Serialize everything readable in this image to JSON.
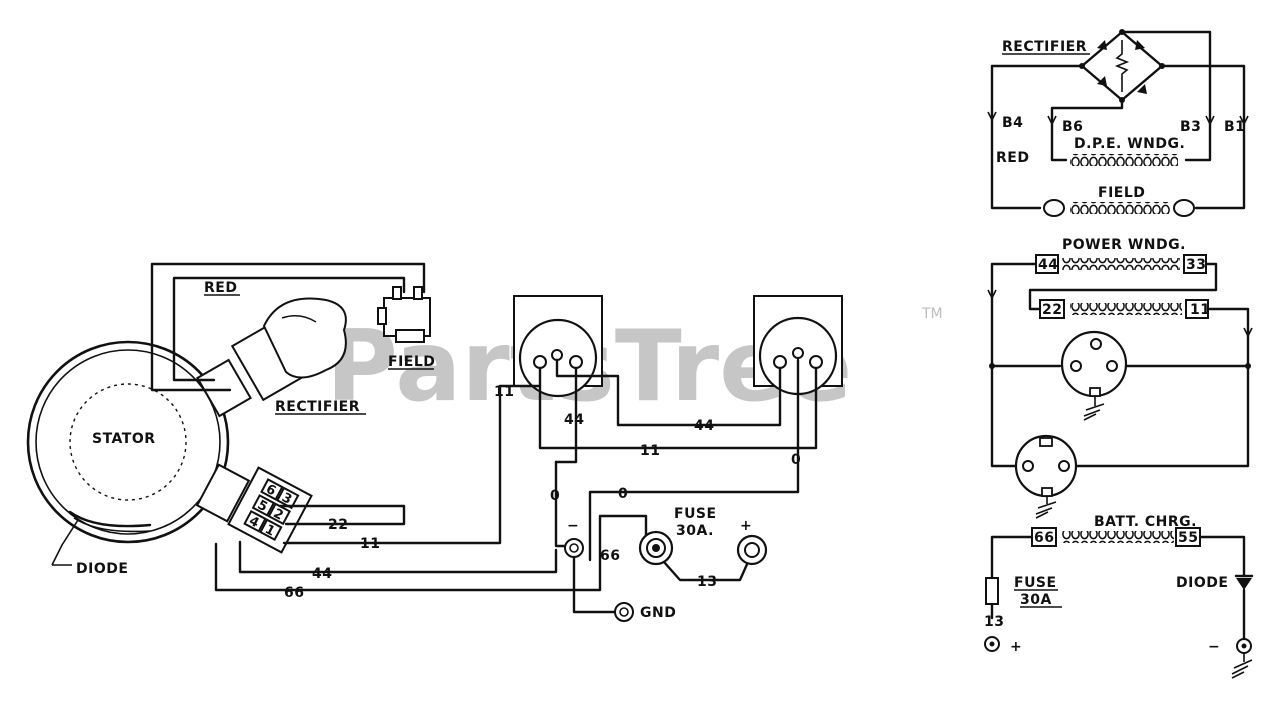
{
  "watermark": {
    "text": "PartsTree",
    "tm": "TM"
  },
  "labels": {
    "red": "RED",
    "field": "FIELD",
    "rectifier": "RECTIFIER",
    "stator": "STATOR",
    "diode": "DIODE",
    "fuse": "FUSE",
    "fuse_rating": "30A.",
    "gnd": "GND",
    "plus": "+",
    "minus": "−",
    "wire_11_a": "11",
    "wire_44_a": "44",
    "wire_44_b": "44",
    "wire_11_b": "11",
    "wire_0_a": "0",
    "wire_0_b": "0",
    "wire_0_c": "0",
    "wire_22": "22",
    "wire_11_c": "11",
    "wire_44_c": "44",
    "wire_66_a": "66",
    "wire_66_b": "66",
    "wire_13": "13",
    "plug": [
      "6",
      "3",
      "5",
      "2",
      "4",
      "1"
    ]
  },
  "schematic": {
    "rectifier": "RECTIFIER",
    "b4": "B4",
    "b6": "B6",
    "b3": "B3",
    "b1": "B1",
    "red": "RED",
    "dpe": "D.P.E. WNDG.",
    "field": "FIELD",
    "power": "POWER WNDG.",
    "t44": "44",
    "t33": "33",
    "t22": "22",
    "t11": "11",
    "batt": "BATT. CHRG.",
    "t66": "66",
    "t55": "55",
    "fuse": "FUSE",
    "fuse_rating": "30A",
    "diode": "DIODE",
    "w13": "13",
    "plus": "+",
    "minus": "−"
  }
}
